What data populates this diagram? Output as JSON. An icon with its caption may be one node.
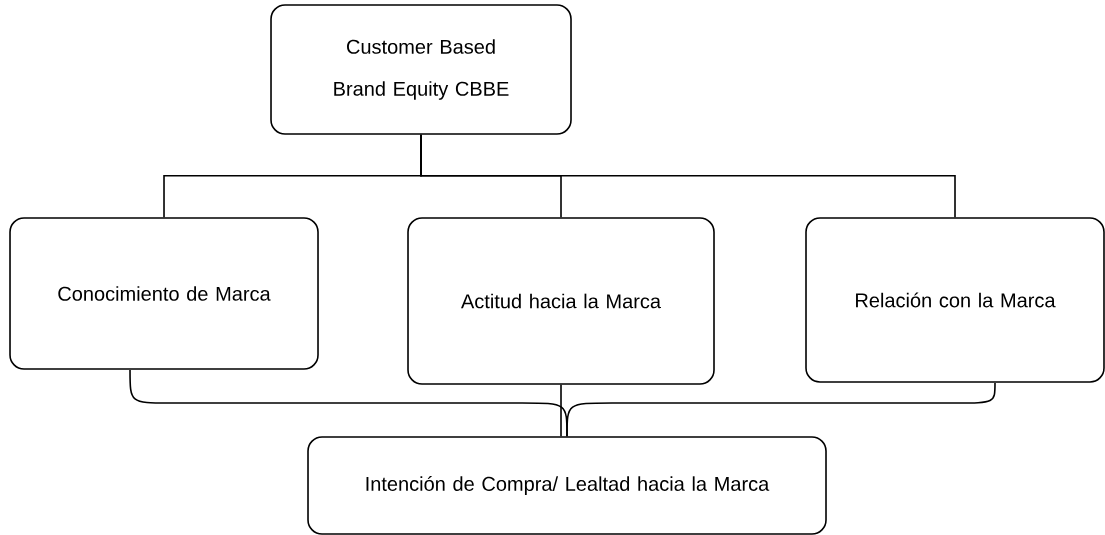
{
  "diagram": {
    "nodes": [
      {
        "text": [
          "Customer Based Brand Equity CBBE"
        ]
      },
      {
        "text": [
          "Conocimiento de Marca"
        ]
      },
      {
        "text": [
          "Actitud hacia la Marca"
        ]
      },
      {
        "text": [
          "Relación con la Marca"
        ]
      },
      {
        "text": [
          "Intención de Compra/ Lealtad hacia la Marca"
        ]
      }
    ],
    "edges": [
      {
        "from": 0,
        "to": 1,
        "arrow": "none"
      },
      {
        "from": 0,
        "to": 2,
        "arrow": "none"
      },
      {
        "from": 0,
        "to": 3,
        "arrow": "none"
      },
      {
        "from": 1,
        "to": 4,
        "arrow": "none"
      },
      {
        "from": 2,
        "to": 4,
        "arrow": "none"
      },
      {
        "from": 3,
        "to": 4,
        "arrow": "none"
      }
    ]
  }
}
